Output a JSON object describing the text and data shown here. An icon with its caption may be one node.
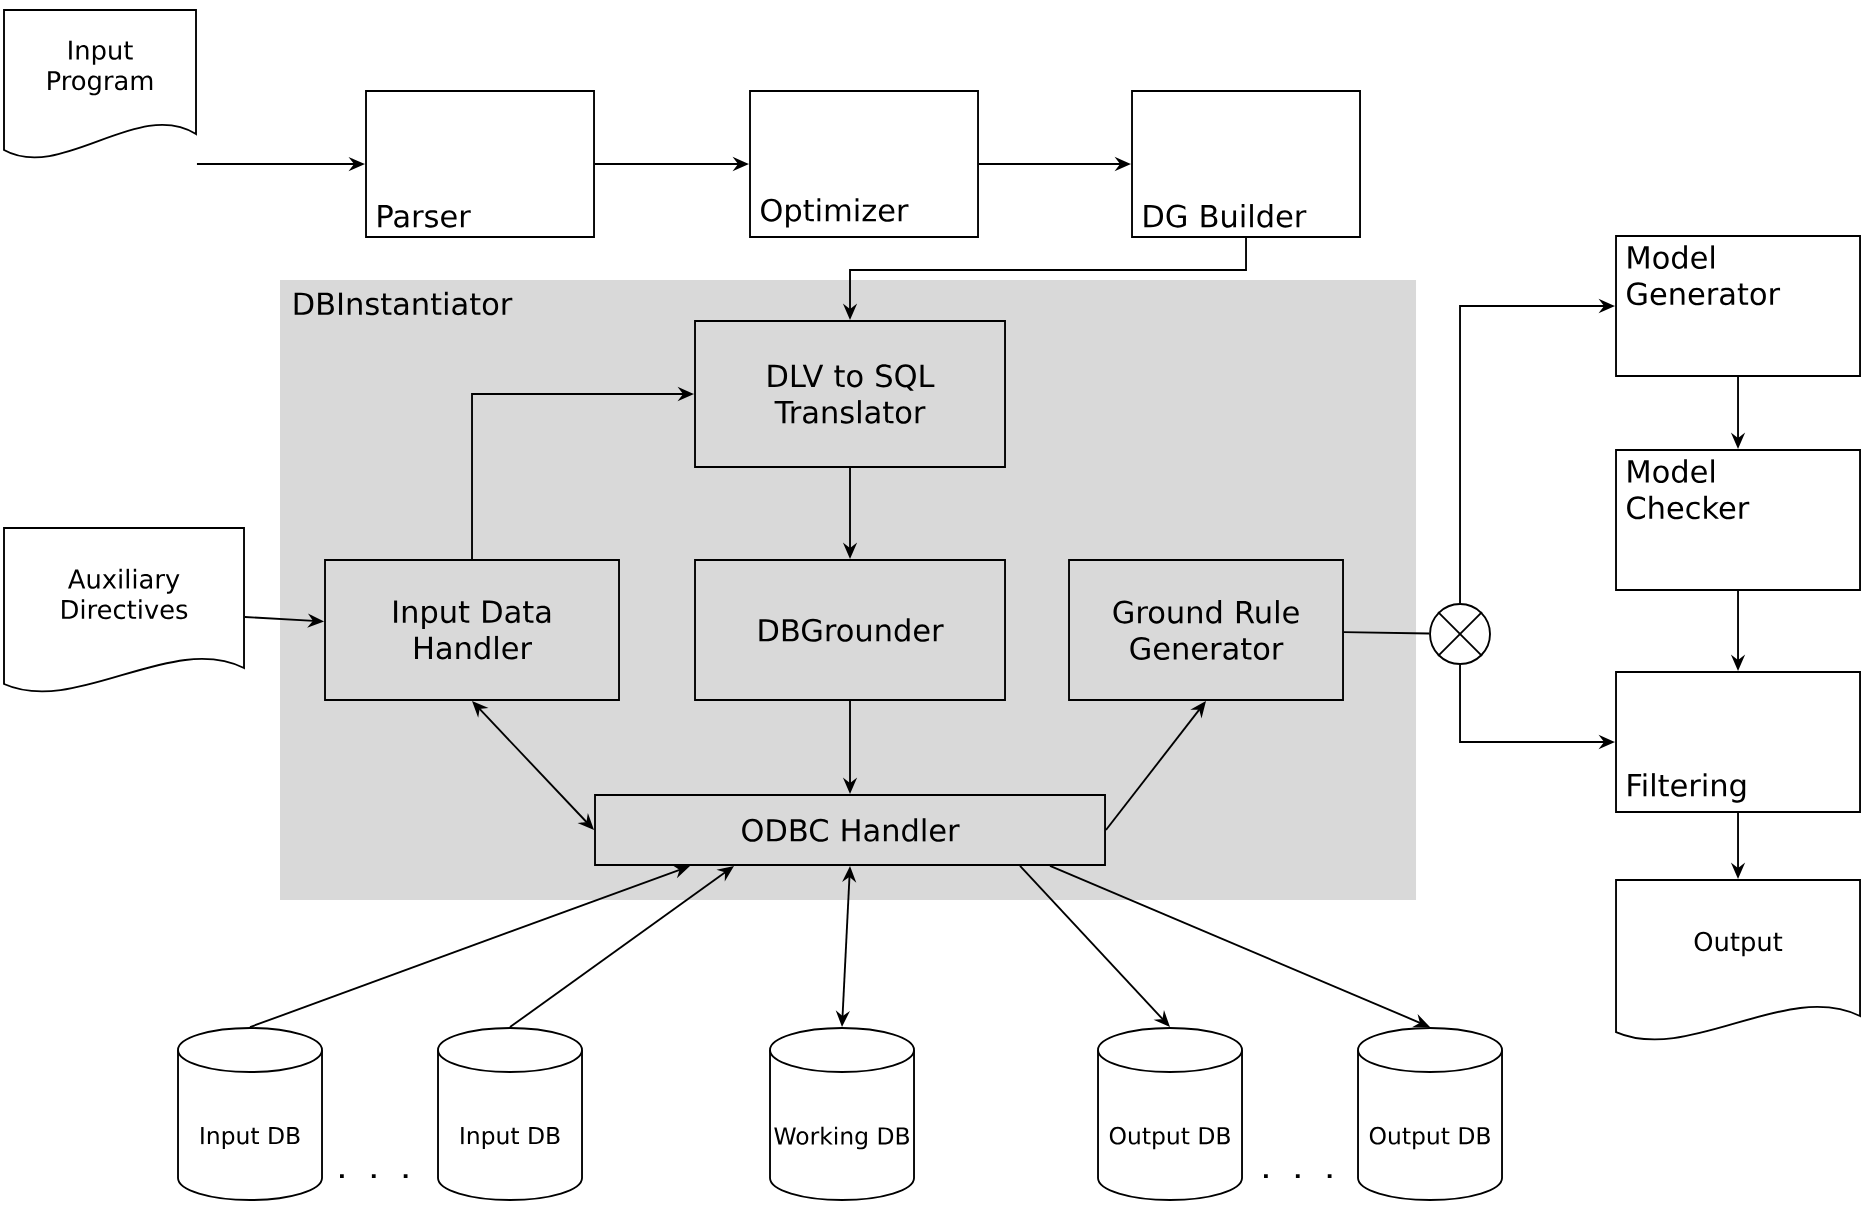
{
  "diagram": {
    "nodes": [
      {
        "text": [
          "Input Program"
        ]
      },
      {
        "text": [
          "Parser"
        ]
      },
      {
        "text": [
          "Optimizer"
        ]
      },
      {
        "text": [
          "DG Builder"
        ]
      },
      {
        "text": [
          "DBInstantiator"
        ]
      },
      {
        "text": [
          "DLV to SQL Translator"
        ],
        "in": 4
      },
      {
        "text": [
          "Input Data Handler"
        ],
        "in": 4
      },
      {
        "text": [
          "DBGrounder"
        ],
        "in": 4
      },
      {
        "text": [
          "Ground Rule Generator"
        ],
        "in": 4
      },
      {
        "text": [
          "ODBC Handler"
        ],
        "in": 4
      },
      {
        "text": [
          "Auxiliary Directives"
        ]
      },
      {
        "text": [],
        "shape": "circle"
      },
      {
        "text": [
          "Model Generator"
        ]
      },
      {
        "text": [
          "Model Checker"
        ]
      },
      {
        "text": [
          "Filtering"
        ]
      },
      {
        "text": [
          "Output"
        ]
      },
      {
        "text": [
          "Input DB"
        ]
      },
      {
        "text": [
          "Input DB"
        ]
      },
      {
        "text": [
          "Working DB"
        ]
      },
      {
        "text": [
          "Output DB"
        ]
      },
      {
        "text": [
          "Output DB"
        ]
      }
    ],
    "edges": [
      {
        "from": 0,
        "to": 1,
        "arrow": "to"
      },
      {
        "from": 1,
        "to": 2,
        "arrow": "to"
      },
      {
        "from": 2,
        "to": 3,
        "arrow": "to"
      },
      {
        "from": 3,
        "to": 5,
        "arrow": "to"
      },
      {
        "from": 6,
        "to": 5,
        "arrow": "to"
      },
      {
        "from": 5,
        "to": 7,
        "arrow": "to"
      },
      {
        "from": 10,
        "to": 6,
        "arrow": "to"
      },
      {
        "from": 6,
        "to": 9,
        "arrow": "both"
      },
      {
        "from": 7,
        "to": 9,
        "arrow": "to"
      },
      {
        "from": 9,
        "to": 8,
        "arrow": "to"
      },
      {
        "from": 8,
        "to": 11,
        "arrow": "none"
      },
      {
        "from": 11,
        "to": 12,
        "arrow": "to"
      },
      {
        "from": 11,
        "to": 14,
        "arrow": "to"
      },
      {
        "from": 12,
        "to": 13,
        "arrow": "to"
      },
      {
        "from": 13,
        "to": 14,
        "arrow": "to"
      },
      {
        "from": 14,
        "to": 15,
        "arrow": "to"
      },
      {
        "from": 16,
        "to": 9,
        "arrow": "to"
      },
      {
        "from": 17,
        "to": 9,
        "arrow": "to"
      },
      {
        "from": 18,
        "to": 9,
        "arrow": "both"
      },
      {
        "from": 9,
        "to": 19,
        "arrow": "to"
      },
      {
        "from": 9,
        "to": 20,
        "arrow": "to"
      }
    ]
  }
}
